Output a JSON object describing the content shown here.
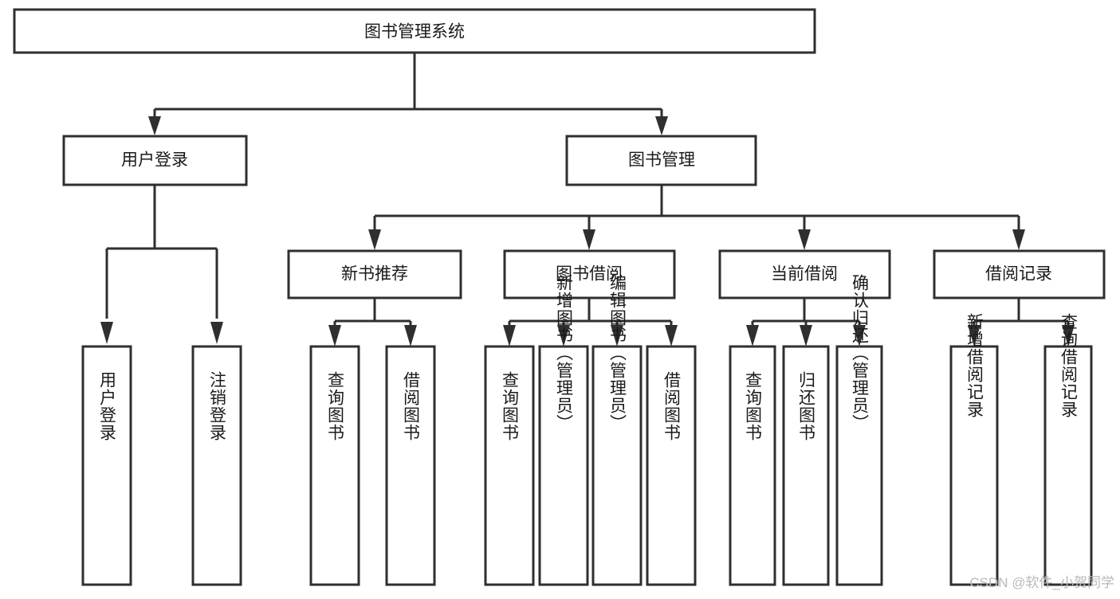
{
  "diagram": {
    "title_node": {
      "label": "图书管理系统",
      "orientation": "horizontal"
    },
    "level2": [
      {
        "label": "用户登录",
        "orientation": "horizontal"
      },
      {
        "label": "图书管理",
        "orientation": "horizontal"
      }
    ],
    "level3": [
      {
        "label": "新书推荐",
        "orientation": "horizontal"
      },
      {
        "label": "图书借阅",
        "orientation": "horizontal"
      },
      {
        "label": "当前借阅",
        "orientation": "horizontal"
      },
      {
        "label": "借阅记录",
        "orientation": "horizontal"
      }
    ],
    "leaves": {
      "user_login": [
        {
          "label": "用户登录",
          "orientation": "vertical"
        },
        {
          "label": "注销登录",
          "orientation": "vertical"
        }
      ],
      "new_book_recommend": [
        {
          "label": "查询图书",
          "orientation": "vertical"
        },
        {
          "label": "借阅图书",
          "orientation": "vertical"
        }
      ],
      "book_borrow": [
        {
          "label": "查询图书",
          "orientation": "vertical"
        },
        {
          "label": "新增图书（管理员）",
          "orientation": "vertical"
        },
        {
          "label": "编辑图书（管理员）",
          "orientation": "vertical"
        },
        {
          "label": "借阅图书",
          "orientation": "vertical"
        }
      ],
      "current_borrow": [
        {
          "label": "查询图书",
          "orientation": "vertical"
        },
        {
          "label": "归还图书",
          "orientation": "vertical"
        },
        {
          "label": "确认归还（管理员）",
          "orientation": "vertical"
        }
      ],
      "borrow_record": [
        {
          "label": "新增借阅记录",
          "orientation": "vertical"
        },
        {
          "label": "查询借阅记录",
          "orientation": "vertical"
        }
      ]
    }
  },
  "watermark": {
    "text": "CSDN @软件_小贺同学"
  },
  "colors": {
    "background": "#ffffff",
    "box_stroke": "#2f2f2f",
    "box_fill": "#ffffff",
    "text": "#1a1a1a",
    "watermark": "#b9b9b9"
  }
}
